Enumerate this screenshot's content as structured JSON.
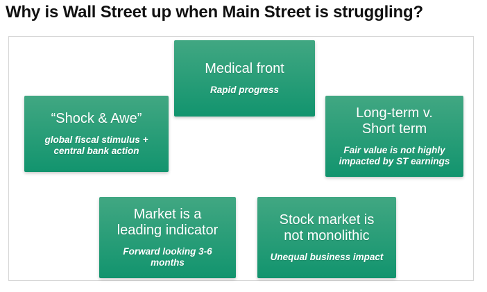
{
  "page": {
    "title": "Why is Wall Street up when Main Street is struggling?"
  },
  "colors": {
    "card_gradient_top": "#41a782",
    "card_gradient_bottom": "#12946e",
    "card_text": "#ffffff",
    "slide_border": "#d6d6d6",
    "title_text": "#111111"
  },
  "cards": [
    {
      "heading": "Medical front",
      "heading_lines": [
        "Medical front"
      ],
      "subtitle": "Rapid progress",
      "subtitle_lines": [
        "Rapid progress"
      ]
    },
    {
      "heading": "“Shock & Awe”",
      "heading_lines": [
        "“Shock & Awe”"
      ],
      "subtitle": "global fiscal stimulus + central bank action",
      "subtitle_lines": [
        "global fiscal stimulus +",
        "central bank action"
      ]
    },
    {
      "heading": "Long-term v. Short term",
      "heading_lines": [
        "Long-term v.",
        "Short term"
      ],
      "subtitle": "Fair value is not highly impacted by ST earnings",
      "subtitle_lines": [
        "Fair value is not highly",
        "impacted by ST earnings"
      ]
    },
    {
      "heading": "Market is a leading indicator",
      "heading_lines": [
        "Market is a",
        "leading indicator"
      ],
      "subtitle": "Forward looking 3-6 months",
      "subtitle_lines": [
        "Forward looking 3-6",
        "months"
      ]
    },
    {
      "heading": "Stock market is not monolithic",
      "heading_lines": [
        "Stock market is",
        "not monolithic"
      ],
      "subtitle": "Unequal business impact",
      "subtitle_lines": [
        "Unequal business impact"
      ]
    }
  ]
}
